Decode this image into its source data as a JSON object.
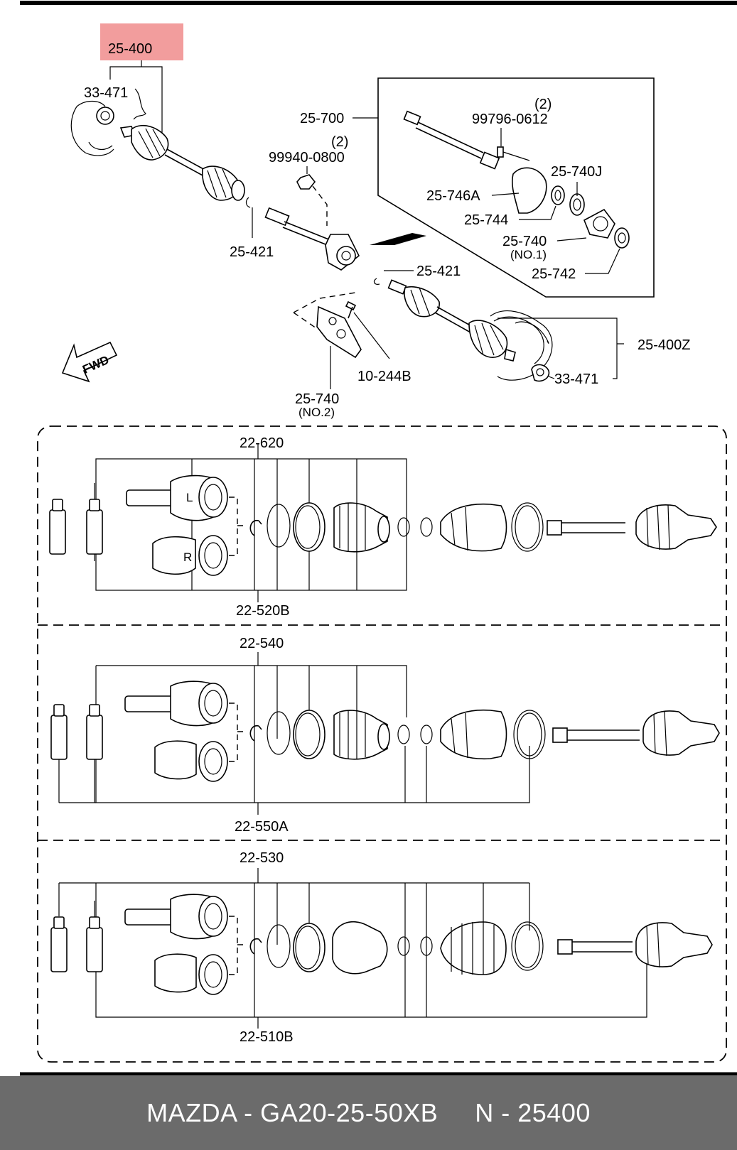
{
  "diagram": {
    "highlighted_part": "25-400",
    "labels": {
      "p33471_top": "33-471",
      "p25700": "25-700",
      "p99796_qty": "(2)",
      "p99796": "99796-0612",
      "p25740J": "25-740J",
      "p25746A": "25-746A",
      "p25744": "25-744",
      "p25740": "25-740",
      "p25740_no1": "(NO.1)",
      "p25742": "25-742",
      "p99940_qty": "(2)",
      "p99940": "99940-0800",
      "p25421_left": "25-421",
      "p25421_right": "25-421",
      "p25400Z": "25-400Z",
      "p33471_bottom": "33-471",
      "p10244B": "10-244B",
      "p25740_b": "25-740",
      "p25740_no2": "(NO.2)",
      "fwd": "FWD"
    },
    "sections": [
      {
        "top_label": "22-620",
        "bottom_label": "22-520B",
        "joint_left": "L",
        "joint_right": "R"
      },
      {
        "top_label": "22-540",
        "bottom_label": "22-550A"
      },
      {
        "top_label": "22-530",
        "bottom_label": "22-510B"
      }
    ]
  },
  "footer": {
    "brand_part": "MAZDA - GA20-25-50XB",
    "ref": "N - 25400"
  }
}
